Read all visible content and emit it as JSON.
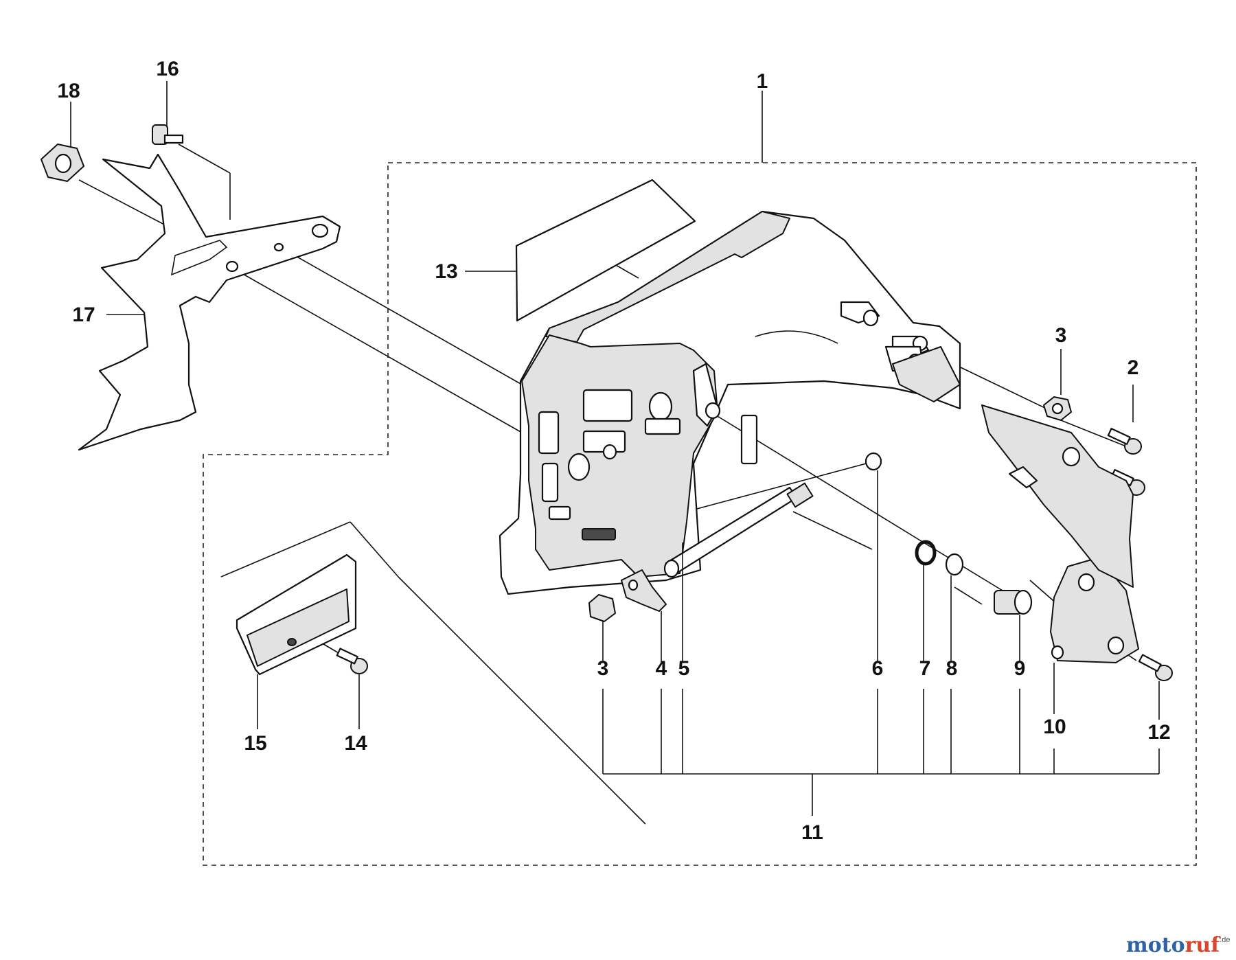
{
  "labels": {
    "p1": "1",
    "p2": "2",
    "p3a": "3",
    "p3b": "3",
    "p4": "4",
    "p5": "5",
    "p6": "6",
    "p7": "7",
    "p8": "8",
    "p9": "9",
    "p10": "10",
    "p11": "11",
    "p12": "12",
    "p13": "13",
    "p14": "14",
    "p15": "15",
    "p16": "16",
    "p17": "17",
    "p18": "18"
  },
  "watermark": {
    "main_a": "moto",
    "main_b": "ruf",
    "suffix": ".de"
  }
}
